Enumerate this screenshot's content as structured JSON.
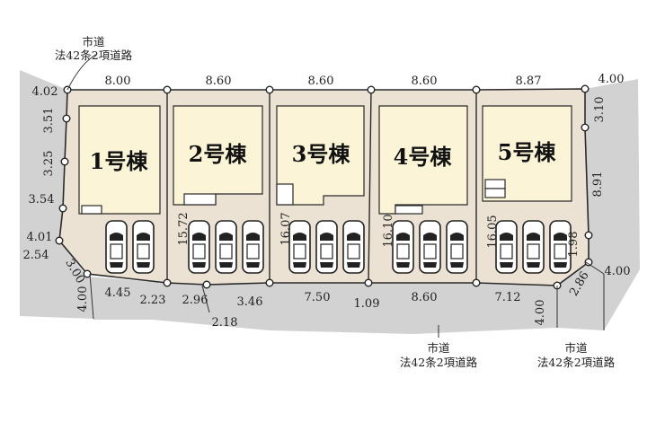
{
  "roads": [
    {
      "line1": "市道",
      "line2": "法42条2項道路"
    },
    {
      "line1": "市道",
      "line2": "法42条2項道路"
    },
    {
      "line1": "市道",
      "line2": "法42条2項道路"
    }
  ],
  "units": [
    {
      "label": "1号棟",
      "parking_spaces": 2
    },
    {
      "label": "2号棟",
      "parking_spaces": 3,
      "depth": "15.72"
    },
    {
      "label": "3号棟",
      "parking_spaces": 3,
      "depth": "16.07"
    },
    {
      "label": "4号棟",
      "parking_spaces": 3,
      "depth": "16.10"
    },
    {
      "label": "5号棟",
      "parking_spaces": 3,
      "depth": "16.05"
    }
  ],
  "dimensions": {
    "top": [
      "8.00",
      "8.60",
      "8.60",
      "8.60",
      "8.87",
      "4.00"
    ],
    "left": [
      "4.02",
      "3.51",
      "3.25",
      "3.54",
      "4.01",
      "2.54",
      "3.00",
      "4.00"
    ],
    "bottom": [
      "4.45",
      "2.23",
      "2.96",
      "2.18",
      "3.46",
      "7.50",
      "1.09",
      "8.60",
      "7.12",
      "4.00",
      "2.86",
      "4.00"
    ],
    "right": [
      "3.10",
      "8.91",
      "1.98"
    ]
  },
  "colors": {
    "road": "#d2d2d2",
    "lot": "#ece2d3",
    "building": "#fbf4d7",
    "outline": "#2a2a2a"
  }
}
